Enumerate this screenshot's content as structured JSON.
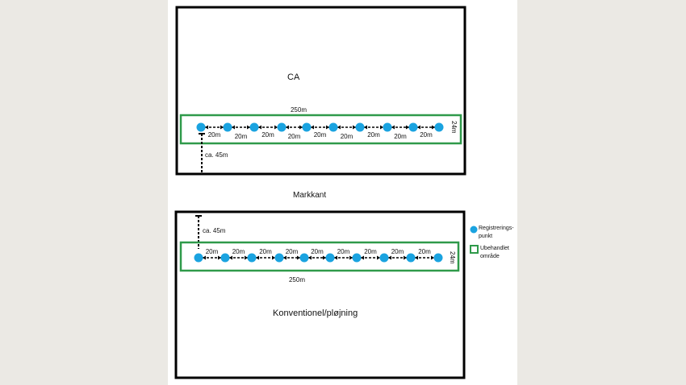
{
  "colors": {
    "point": "#1aa3e0",
    "untreated": "#2f9a4a",
    "field_border": "#000000",
    "background": "#ebe9e4"
  },
  "top_field": {
    "name": "CA",
    "width_label": "250m",
    "height_label": "24m",
    "distance_label": "ca. 45m",
    "spacing_labels": [
      "20m",
      "20m",
      "20m",
      "20m",
      "20m",
      "20m",
      "20m",
      "20m",
      "20m"
    ]
  },
  "edge_label": "Markkant",
  "bottom_field": {
    "name": "Konventionel/pløjning",
    "width_label": "250m",
    "height_label": "24m",
    "distance_label": "ca. 45m",
    "spacing_labels": [
      "20m",
      "20m",
      "20m",
      "20m",
      "20m",
      "20m",
      "20m",
      "20m",
      "20m"
    ]
  },
  "legend": {
    "point_label_1": "Registrerings-",
    "point_label_2": "punkt",
    "area_label_1": "Ubehandlet",
    "area_label_2": "område"
  }
}
